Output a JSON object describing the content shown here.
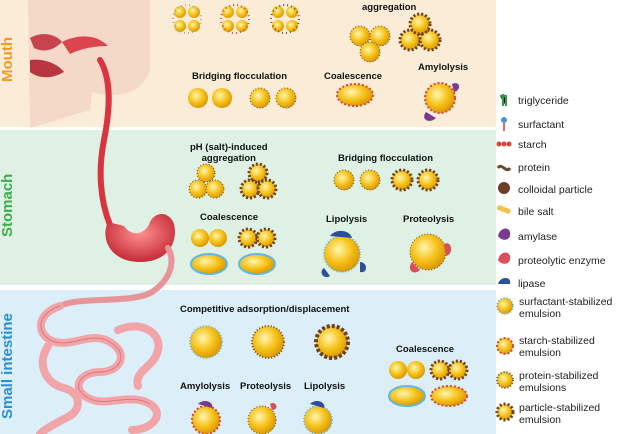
{
  "regions": {
    "mouth": {
      "label": "Mouth",
      "color": "#f39a21"
    },
    "stomach": {
      "label": "Stomach",
      "color": "#3aae4a"
    },
    "intestine": {
      "label": "Small intestine",
      "color": "#2b8fd4"
    }
  },
  "mouth_labels": {
    "aggregation": "aggregation",
    "bridging": "Bridging flocculation",
    "coalescence": "Coalescence",
    "amylolysis": "Amylolysis"
  },
  "stomach_labels": {
    "ph_line1": "pH (salt)-induced",
    "ph_line2": "aggregation",
    "bridging": "Bridging flocculation",
    "coalescence": "Coalescence",
    "lipolysis": "Lipolysis",
    "proteolysis": "Proteolysis"
  },
  "intestine_labels": {
    "competitive": "Competitive adsorption/displacement",
    "coalescence": "Coalescence",
    "amylolysis": "Amylolysis",
    "proteolysis": "Proteolysis",
    "lipolysis": "Lipolysis"
  },
  "legend": [
    {
      "label": "triglyceride",
      "icon": "triglyceride-icon"
    },
    {
      "label": "surfactant",
      "icon": "surfactant-icon"
    },
    {
      "label": "starch",
      "icon": "starch-icon"
    },
    {
      "label": "protein",
      "icon": "protein-icon"
    },
    {
      "label": "colloidal particle",
      "icon": "colloidal-particle-icon"
    },
    {
      "label": "bile salt",
      "icon": "bile-salt-icon"
    },
    {
      "label": "amylase",
      "icon": "amylase-icon"
    },
    {
      "label": "proteolytic enzyme",
      "icon": "proteolytic-enzyme-icon"
    },
    {
      "label": "lipase",
      "icon": "lipase-icon"
    }
  ],
  "emulsion_legend": [
    {
      "line1": "surfactant-stabilized",
      "line2": "emulsion"
    },
    {
      "line1": "starch-stabilized",
      "line2": "emulsion"
    },
    {
      "line1": "protein-stabilized",
      "line2": "emulsions"
    },
    {
      "line1": "particle-stabilized",
      "line2": "emulsion"
    }
  ],
  "colors": {
    "droplet": "#f6c21a",
    "droplet_edge": "#c98a00",
    "protein": "#6b4a3a",
    "starch": "#d8463f",
    "particle": "#6b3f27",
    "amylase": "#7a3b8f",
    "proteolytic": "#d9505a",
    "lipase": "#2b4f9b",
    "tract": "#d9353f",
    "intestine": "#f2a5a9"
  }
}
